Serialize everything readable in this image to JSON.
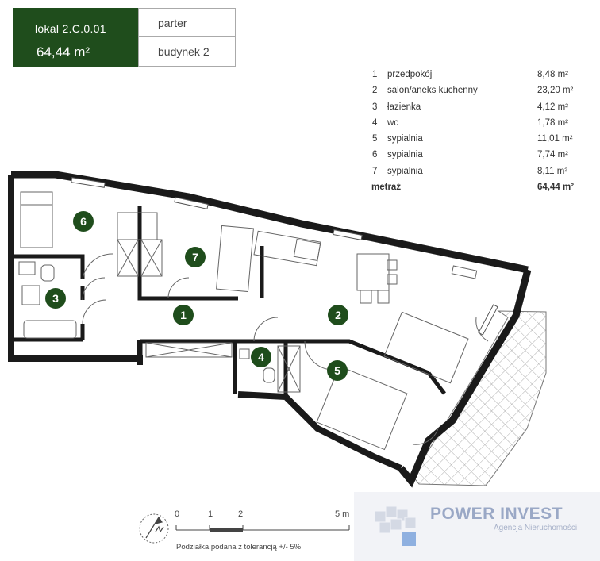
{
  "header": {
    "lokal": "lokal  2.C.0.01",
    "area": "64,44 m²",
    "floor": "parter",
    "building": "budynek 2"
  },
  "rooms": [
    {
      "num": "1",
      "name": "przedpokój",
      "area": "8,48 m²"
    },
    {
      "num": "2",
      "name": "salon/aneks kuchenny",
      "area": "23,20 m²"
    },
    {
      "num": "3",
      "name": "łazienka",
      "area": "4,12 m²"
    },
    {
      "num": "4",
      "name": "wc",
      "area": "1,78 m²"
    },
    {
      "num": "5",
      "name": "sypialnia",
      "area": "11,01 m²"
    },
    {
      "num": "6",
      "name": "sypialnia",
      "area": "7,74 m²"
    },
    {
      "num": "7",
      "name": "sypialnia",
      "area": "8,11 m²"
    }
  ],
  "total": {
    "label": "metraż",
    "area": "64,44 m²"
  },
  "plan_markers": [
    "6",
    "7",
    "3",
    "1",
    "2",
    "4",
    "5"
  ],
  "scale": {
    "ticks": [
      "0",
      "1",
      "2",
      "5 m"
    ],
    "note": "Podziałka podana z tolerancją +/- 5%"
  },
  "logo": {
    "title": "POWER INVEST",
    "subtitle": "Agencja Nieruchomości"
  },
  "colors": {
    "accent": "#1f4d1c",
    "logo": "#9aa8c6"
  }
}
